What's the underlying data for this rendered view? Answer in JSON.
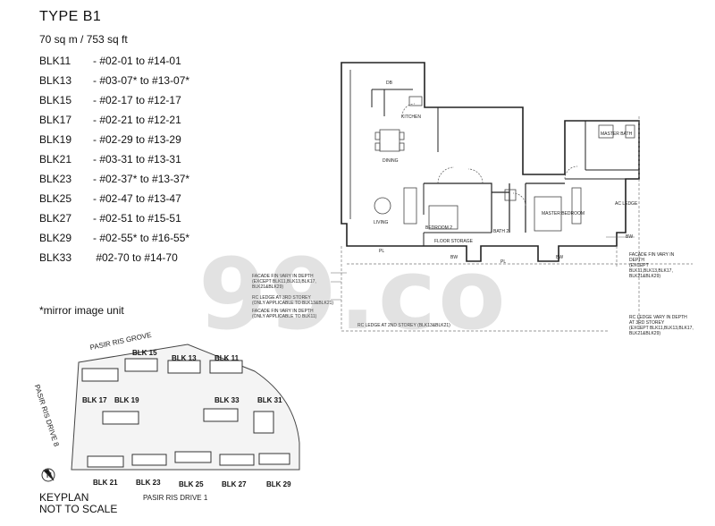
{
  "header": {
    "title": "TYPE B1",
    "area": "70 sq m / 753 sq ft"
  },
  "units": [
    {
      "blk": "BLK11",
      "range": "- #02-01  to #14-01"
    },
    {
      "blk": "BLK13",
      "range": "- #03-07* to #13-07*"
    },
    {
      "blk": "BLK15",
      "range": "- #02-17  to #12-17"
    },
    {
      "blk": "BLK17",
      "range": "- #02-21  to #12-21"
    },
    {
      "blk": "BLK19",
      "range": "- #02-29  to #13-29"
    },
    {
      "blk": "BLK21",
      "range": "- #03-31  to #13-31"
    },
    {
      "blk": "BLK23",
      "range": "- #02-37* to #13-37*"
    },
    {
      "blk": "BLK25",
      "range": "- #02-47  to #13-47"
    },
    {
      "blk": "BLK27",
      "range": "- #02-51  to #15-51"
    },
    {
      "blk": "BLK29",
      "range": "- #02-55* to #16-55*"
    },
    {
      "blk": "BLK33",
      "range": "  #02-70  to #14-70"
    }
  ],
  "note": "*mirror image unit",
  "keyplan": {
    "label": "KEYPLAN",
    "scale": "NOT TO SCALE",
    "north": "N",
    "streets": {
      "grove": "PASIR RIS GROVE",
      "drive8": "PASIR RIS DRIVE 8",
      "drive1": "PASIR RIS DRIVE 1"
    },
    "blocks": {
      "b15": "BLK 15",
      "b13": "BLK 13",
      "b11": "BLK 11",
      "b17": "BLK 17",
      "b19": "BLK 19",
      "b33": "BLK 33",
      "b31": "BLK 31",
      "b21": "BLK 21",
      "b23": "BLK 23",
      "b25": "BLK 25",
      "b27": "BLK 27",
      "b29": "BLK 29"
    }
  },
  "floorplan": {
    "rooms": {
      "kitchen": "KITCHEN",
      "dining": "DINING",
      "living": "LIVING",
      "bedroom2": "BEDROOM 2",
      "master_bedroom": "MASTER BEDROOM",
      "master_bath": "MASTER BATH",
      "bath2": "BATH 2",
      "floor_storage": "FLOOR STORAGE",
      "ac_ledge": "AC LEDGE",
      "db": "DB",
      "pl1": "PL",
      "pl2": "PL",
      "bw1": "BW",
      "bw2": "BW",
      "bw3": "BW"
    },
    "notes": {
      "facade_left_1": "FACADE FIN VARY IN DEPTH",
      "facade_left_2": "(EXCEPT BLK11,BLK13,BLK17,",
      "facade_left_3": "BLK21&BLK29)",
      "rc_left_1": "RC LEDGE AT 3RD STOREY",
      "rc_left_2": "(ONLY APPLICABLE TO BLK13&BLK21)",
      "facade_left_4": "FACADE FIN VARY IN DEPTH",
      "facade_left_5": "(ONLY APPLICABLE TO BLK11)",
      "rc_mid": "RC LEDGE AT 2ND STOREY (BLK13&BLK21)",
      "facade_right_1": "FACADE FIN VARY IN",
      "facade_right_2": "DEPTH",
      "facade_right_3": "(EXCEPT",
      "facade_right_4": "BLK11,BLK13,BLK17,",
      "facade_right_5": "BLK21&BLK29)",
      "rc_right_1": "RC LEDGE VARY IN DEPTH",
      "rc_right_2": "AT 3RD STOREY",
      "rc_right_3": "(EXCEPT BLK11,BLK13,BLK17,",
      "rc_right_4": "BLK21&BLK29)"
    }
  },
  "watermark": "99.co"
}
